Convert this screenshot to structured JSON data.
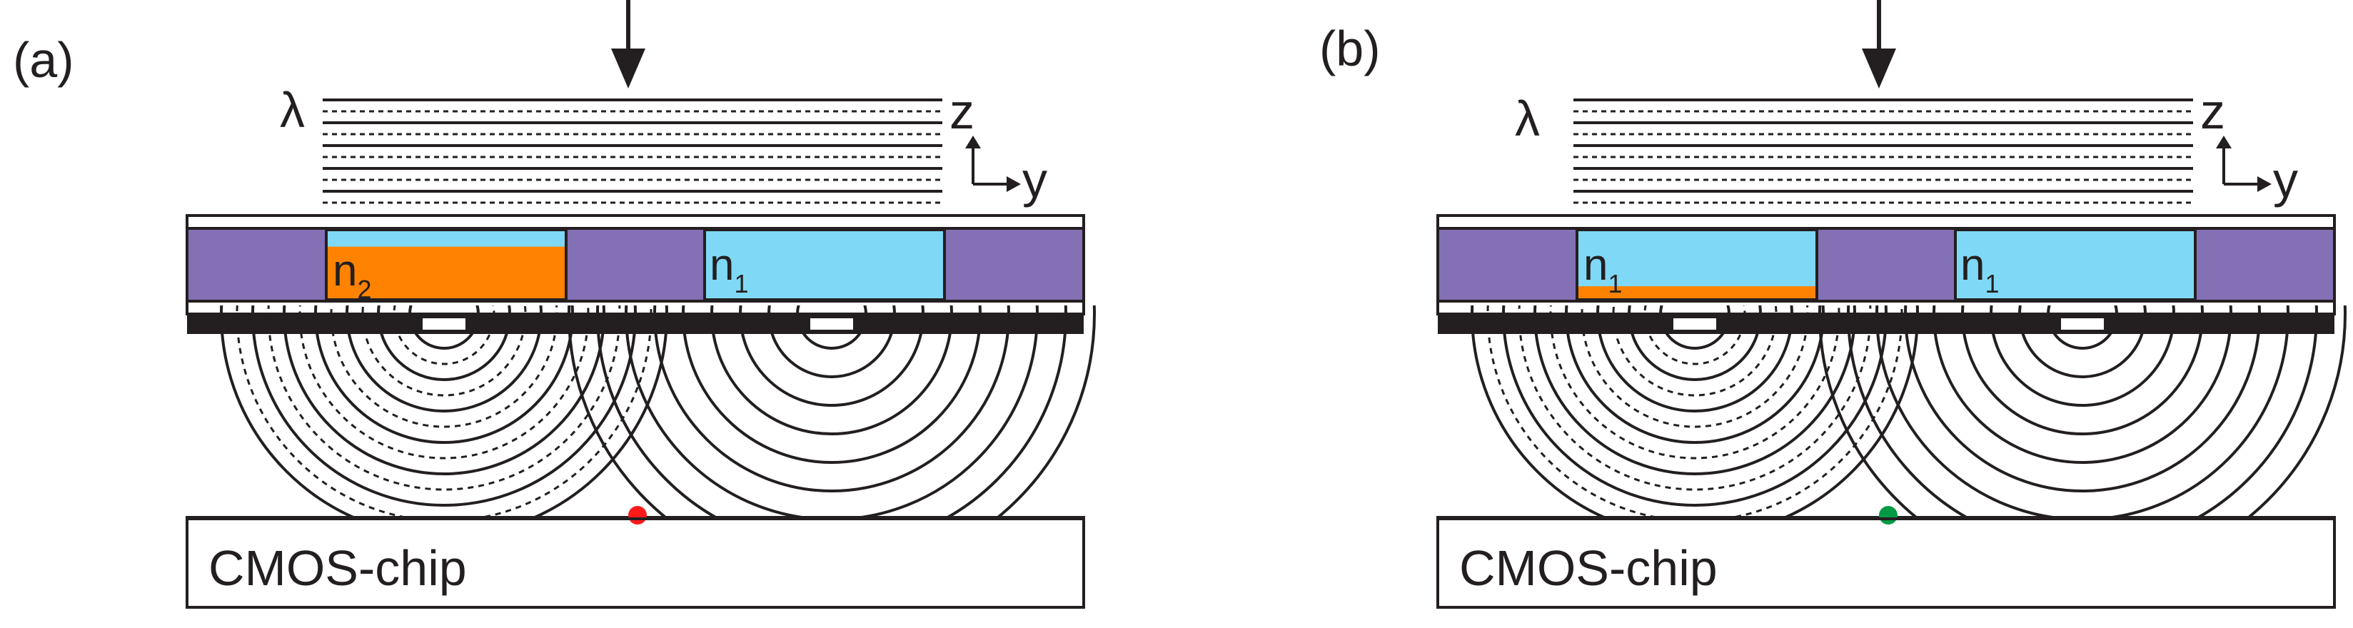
{
  "colors": {
    "stroke": "#231f20",
    "purple": "#8470b4",
    "cyan": "#7fd8f5",
    "orange": "#ff8300",
    "red": "#ff1a1a",
    "green": "#009a44"
  },
  "panels": [
    {
      "label": "(a)",
      "lambda": "λ",
      "axis_z": "z",
      "axis_y": "y",
      "left_cell": {
        "symbol": "n",
        "subscript": "2",
        "orange_fill": 0.77
      },
      "right_cell": {
        "symbol": "n",
        "subscript": "1"
      },
      "detector_dot": "red",
      "chip_label": "CMOS-chip"
    },
    {
      "label": "(b)",
      "lambda": "λ",
      "axis_z": "z",
      "axis_y": "y",
      "left_cell": {
        "symbol": "n",
        "subscript": "1",
        "orange_fill": 0.18
      },
      "right_cell": {
        "symbol": "n",
        "subscript": "1"
      },
      "detector_dot": "green",
      "chip_label": "CMOS-chip"
    }
  ]
}
